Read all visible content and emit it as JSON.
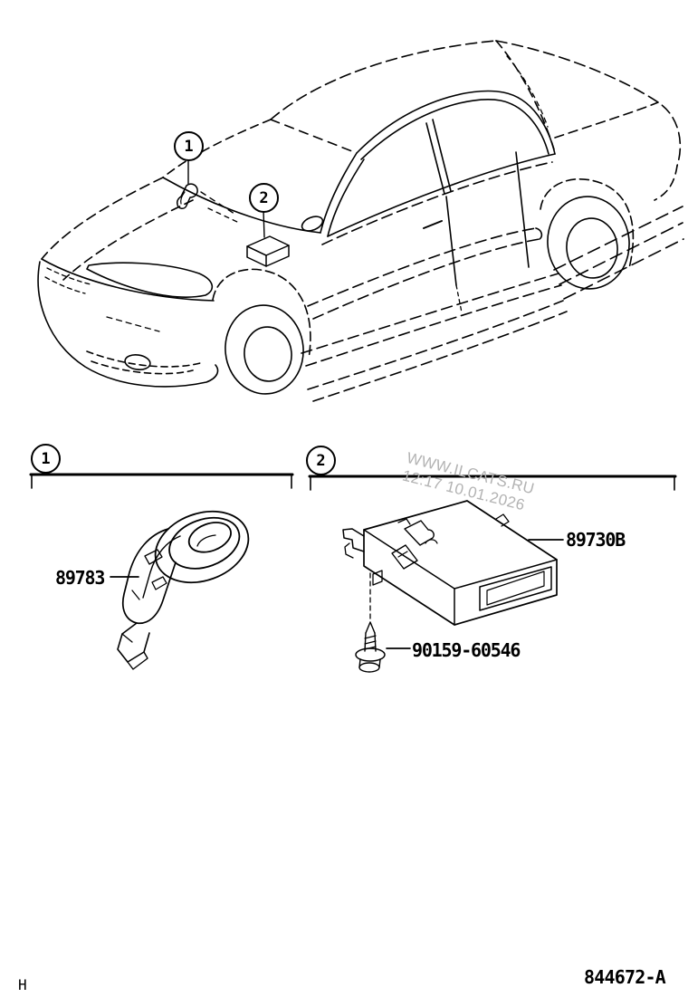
{
  "watermark": {
    "line1": "WWW.ILCATS.RU",
    "line2": "12:17 10.01.2026"
  },
  "car_callouts": {
    "one": "1",
    "two": "2"
  },
  "sections": {
    "s1": {
      "ref": "1",
      "part_number": "89783"
    },
    "s2": {
      "ref": "2",
      "module_part_number": "89730B",
      "screw_part_number": "90159-60546"
    }
  },
  "footer": {
    "page_letter": "H",
    "figure_code": "844672-A"
  },
  "colors": {
    "ink": "#000000",
    "background": "#ffffff",
    "watermark_gray": "#b3b3b3"
  }
}
